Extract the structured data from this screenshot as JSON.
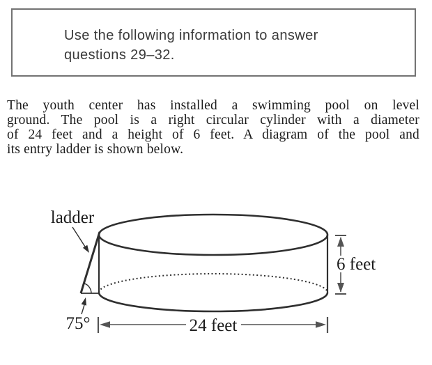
{
  "instruction_box": {
    "lines": [
      "Use the following information to answer",
      "questions 29–32."
    ]
  },
  "paragraph": {
    "full_text": "The youth center has installed a swimming pool on level ground. The pool is a right circular cylinder with a diameter of 24 feet and a height of 6 feet. A diagram of the pool and its entry ladder is shown below.",
    "lines": [
      "The youth center has installed a swimming pool on level",
      "ground. The pool is a right circular cylinder with a diameter",
      "of 24 feet and a height of 6 feet. A diagram of the pool and",
      "its entry ladder is shown below."
    ]
  },
  "diagram": {
    "ladder_label": "ladder",
    "angle_label": "75°",
    "height_label": "6 feet",
    "diameter_label": "24 feet"
  },
  "colors": {
    "box_border": "#737373",
    "box_text": "#3a3a3a",
    "body_text": "#1b1b1b",
    "shape_stroke": "#2f2f2f",
    "dimension_stroke": "#545454",
    "diagram_text": "#1c1c1c",
    "background": "#ffffff"
  }
}
